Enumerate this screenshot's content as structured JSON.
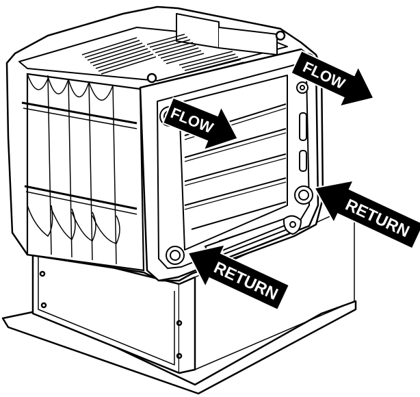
{
  "colors": {
    "line": "#000000",
    "background": "#ffffff",
    "arrow_fill": "#000000",
    "arrow_text": "#ffffff"
  },
  "labels": {
    "flow_rear": "FLOW",
    "flow_front": "FLOW",
    "return_rear": "RETURN",
    "return_front": "RETURN"
  }
}
